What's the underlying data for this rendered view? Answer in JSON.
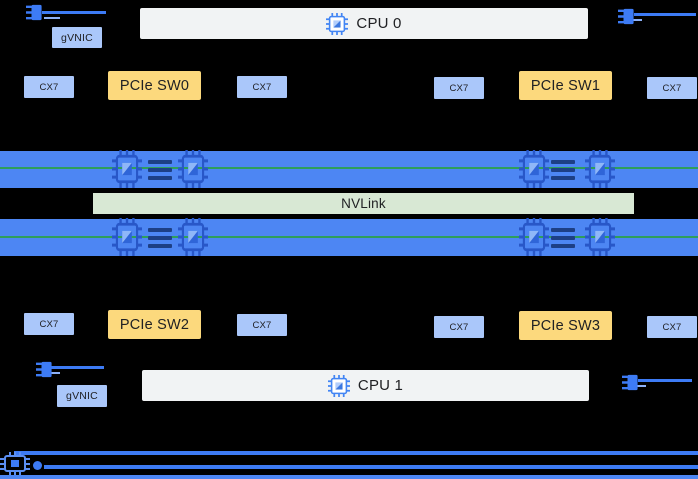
{
  "diagram": {
    "cpu0_label": "CPU 0",
    "cpu1_label": "CPU 1",
    "gvnic_label": "gVNIC",
    "cx7_label": "CX7",
    "pcie_sw_labels": [
      "PCIe SW0",
      "PCIe SW1",
      "PCIe SW2",
      "PCIe SW3"
    ],
    "nvlink_label": "NVLink"
  },
  "icons": {
    "cpu_chip": "cpu-chip-icon",
    "gpu_chip": "gpu-chip-icon",
    "nic": "nic-icon",
    "network_chip": "network-chip-icon"
  },
  "colors": {
    "bar_blue": "#4d86f3",
    "box_blue": "#aac7fa",
    "box_yellow": "#fcd97d",
    "box_gray": "#f1f3f4",
    "nvlink_green": "#d8e8d4",
    "text_dark": "#202124",
    "line_blue": "#3d7bf5",
    "line_blue_light": "#8db1f8",
    "green_line": "#2e9e5b",
    "dash_navy": "#1d3f85",
    "icon_blue": "#4285f4",
    "chip_light": "#b3cefb",
    "chip_dark": "#3c78e0",
    "gpu_stroke": "#2857c8",
    "gpu_light": "#8fb7f8",
    "gpu_dark": "#2f65d8",
    "net_stroke": "#5b8ef2"
  }
}
